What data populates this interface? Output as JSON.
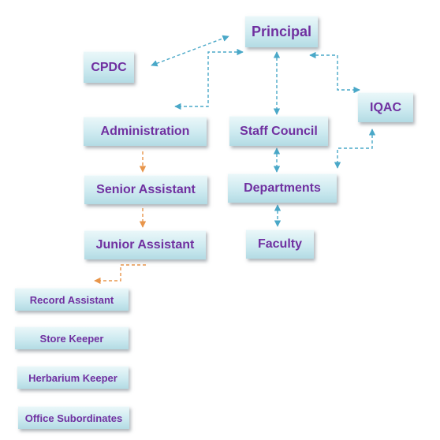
{
  "nodes": {
    "principal": "Principal",
    "cpdc": "CPDC",
    "iqac": "IQAC",
    "administration": "Administration",
    "staff_council": "Staff Council",
    "senior_assistant": "Senior Assistant",
    "departments": "Departments",
    "junior_assistant": "Junior Assistant",
    "faculty": "Faculty",
    "record_assistant": "Record Assistant",
    "store_keeper": "Store Keeper",
    "herbarium_keeper": "Herbarium Keeper",
    "office_subordinates": "Office Subordinates"
  },
  "colors": {
    "node_text": "#7030a0",
    "blue_connector": "#4aa8c8",
    "orange_connector": "#e8954a"
  }
}
